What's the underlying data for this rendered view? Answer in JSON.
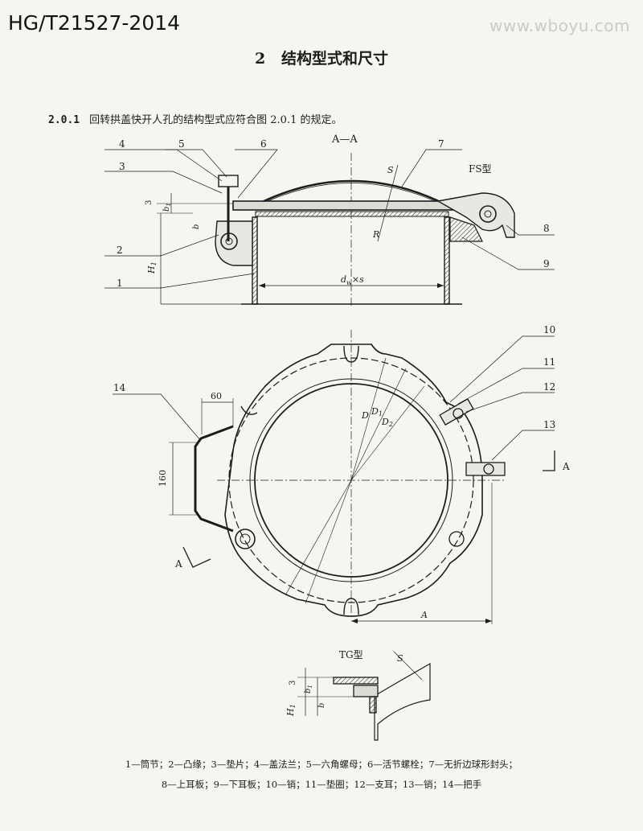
{
  "header": {
    "standard_code": "HG/T21527-2014",
    "watermark": "www.wboyu.com"
  },
  "section": {
    "number": "2",
    "title": "结构型式和尺寸"
  },
  "clause": {
    "number": "2.0.1",
    "text": "回转拱盖快开人孔的结构型式应符合图 2.0.1 的规定。"
  },
  "drawing": {
    "section_label": "A—A",
    "fs_type": "FS型",
    "tg_type": "TG型",
    "view_marker": "A",
    "part_numbers": [
      "1",
      "2",
      "3",
      "4",
      "5",
      "6",
      "7",
      "8",
      "9",
      "10",
      "11",
      "12",
      "13",
      "14"
    ],
    "dims": {
      "three": "3",
      "b1": "b",
      "b1_sub": "1",
      "b": "b",
      "H1": "H",
      "H1_sub": "1",
      "S": "S",
      "R": "R",
      "dw": "d",
      "dw_sub": "w",
      "dw_tail": "×s",
      "sixty": "60",
      "one_sixty": "160",
      "D": "D",
      "D1": "D",
      "D1_sub": "1",
      "D2": "D",
      "D2_sub": "2",
      "A": "A"
    }
  },
  "legend": {
    "line1": "1—筒节；2—凸缘；3—垫片；4—盖法兰；5—六角螺母；6—活节螺栓；7—无折边球形封头；",
    "line2": "8—上耳板；9—下耳板；10—销；11—垫圈；12—支耳；13—销；14—把手"
  }
}
